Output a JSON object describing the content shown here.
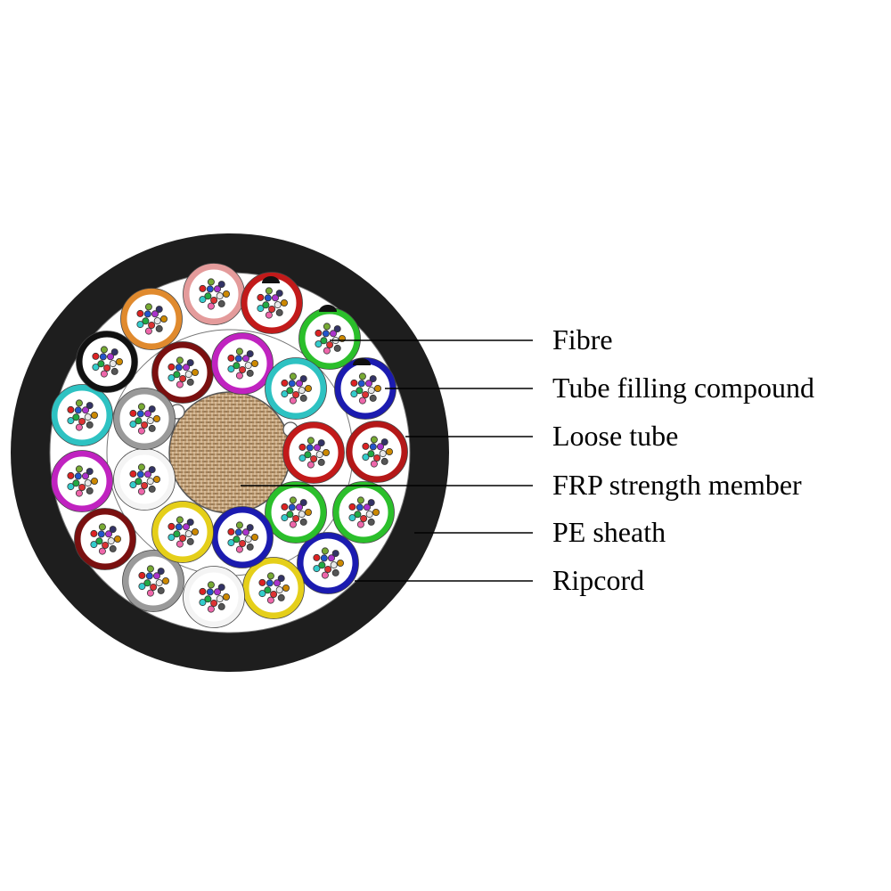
{
  "colors": {
    "sheath": "#1e1e1e",
    "filler": "#ffffff",
    "strength_member_base": "#c9a77f",
    "strength_member_weave": "#8f6b43",
    "leader_line": "#000000",
    "label_text": "#000000",
    "fibre_palette": [
      "#e8e8e8",
      "#d33",
      "#2a4",
      "#25c",
      "#a3c",
      "#c80",
      "#555",
      "#e6a",
      "#3cc",
      "#d22",
      "#7a3",
      "#336"
    ]
  },
  "labels": [
    {
      "id": "fibre",
      "text": "Fibre"
    },
    {
      "id": "tube-filling-compound",
      "text": "Tube filling compound"
    },
    {
      "id": "loose-tube",
      "text": "Loose tube"
    },
    {
      "id": "frp-strength-member",
      "text": "FRP strength member"
    },
    {
      "id": "pe-sheath",
      "text": "PE sheath"
    },
    {
      "id": "ripcord",
      "text": "Ripcord"
    }
  ],
  "loose_tubes": {
    "outer_ring": [
      {
        "name": "orange",
        "color": "#e08a2e"
      },
      {
        "name": "rose",
        "color": "#e49b9b"
      },
      {
        "name": "red",
        "color": "#c21a1a"
      },
      {
        "name": "green",
        "color": "#2bbf2b"
      },
      {
        "name": "blue",
        "color": "#1b1bb0"
      },
      {
        "name": "red",
        "color": "#b41818"
      },
      {
        "name": "green",
        "color": "#2bbf2b"
      },
      {
        "name": "blue",
        "color": "#1b1bb0"
      },
      {
        "name": "yellow",
        "color": "#e5cf1a"
      },
      {
        "name": "white",
        "color": "#f4f4f4"
      },
      {
        "name": "grey",
        "color": "#9a9a9a"
      },
      {
        "name": "brown",
        "color": "#7a1010"
      },
      {
        "name": "violet",
        "color": "#c023c0"
      },
      {
        "name": "aqua",
        "color": "#2ec2c2"
      },
      {
        "name": "black",
        "color": "#111111"
      }
    ],
    "inner_ring": [
      {
        "name": "brown",
        "color": "#7a1010"
      },
      {
        "name": "violet",
        "color": "#c023c0"
      },
      {
        "name": "aqua",
        "color": "#2ec2c2"
      },
      {
        "name": "red",
        "color": "#c21a1a"
      },
      {
        "name": "green",
        "color": "#2bbf2b"
      },
      {
        "name": "blue",
        "color": "#1b1bb0"
      },
      {
        "name": "yellow",
        "color": "#e5cf1a"
      },
      {
        "name": "white",
        "color": "#f4f4f4"
      },
      {
        "name": "grey",
        "color": "#9a9a9a"
      }
    ]
  }
}
